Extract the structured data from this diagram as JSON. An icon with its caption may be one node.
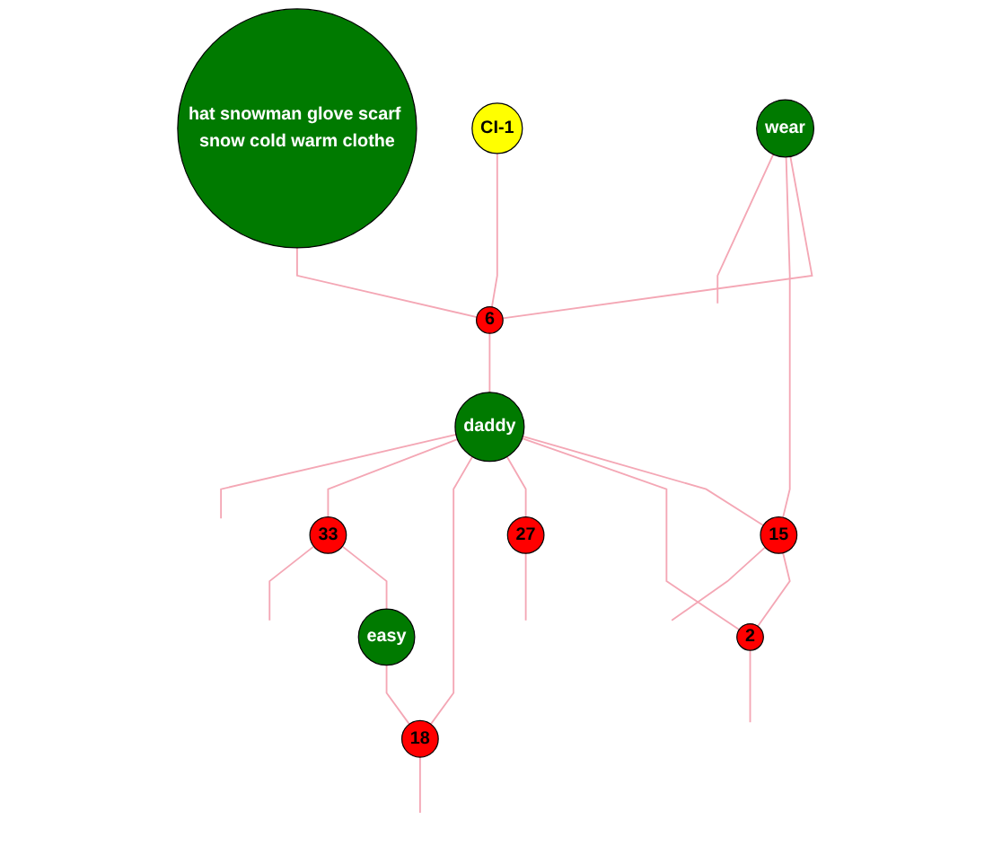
{
  "diagram": {
    "nodes": [
      {
        "text": [
          "wear"
        ]
      },
      {
        "text": [
          "CI-1"
        ]
      },
      {
        "text": [
          "15"
        ]
      },
      {
        "text": [
          "hat snowman glove scarf snow cold warm clothe"
        ]
      },
      {
        "text": [
          "6"
        ]
      },
      {
        "text": [
          "2"
        ]
      },
      {
        "text": [
          "daddy"
        ]
      },
      {
        "text": [
          "27"
        ]
      },
      {
        "text": [
          "33"
        ]
      },
      {
        "text": [
          "easy"
        ]
      },
      {
        "text": [
          "18"
        ]
      }
    ],
    "edges": [
      {
        "from": 0,
        "to": 4,
        "arrow": "none"
      },
      {
        "from": 0,
        "to": 2,
        "arrow": "none"
      },
      {
        "from": 1,
        "to": 4,
        "arrow": "none"
      },
      {
        "from": 3,
        "to": 4,
        "arrow": "none"
      },
      {
        "from": 4,
        "to": 6,
        "arrow": "none"
      },
      {
        "from": 6,
        "to": 2,
        "arrow": "none"
      },
      {
        "from": 6,
        "to": 5,
        "arrow": "none"
      },
      {
        "from": 6,
        "to": 7,
        "arrow": "none"
      },
      {
        "from": 6,
        "to": 10,
        "arrow": "none"
      },
      {
        "from": 6,
        "to": 8,
        "arrow": "none"
      },
      {
        "from": 8,
        "to": 9,
        "arrow": "none"
      },
      {
        "from": 9,
        "to": 10,
        "arrow": "none"
      },
      {
        "from": 2,
        "to": 5,
        "arrow": "none"
      },
      {
        "from": 0,
        "to": null,
        "arrow": "none"
      },
      {
        "from": 2,
        "to": null,
        "arrow": "none"
      },
      {
        "from": 5,
        "to": null,
        "arrow": "none"
      },
      {
        "from": 7,
        "to": null,
        "arrow": "none"
      },
      {
        "from": 10,
        "to": null,
        "arrow": "none"
      },
      {
        "from": 6,
        "to": null,
        "arrow": "none"
      },
      {
        "from": 8,
        "to": null,
        "arrow": "none"
      }
    ]
  }
}
